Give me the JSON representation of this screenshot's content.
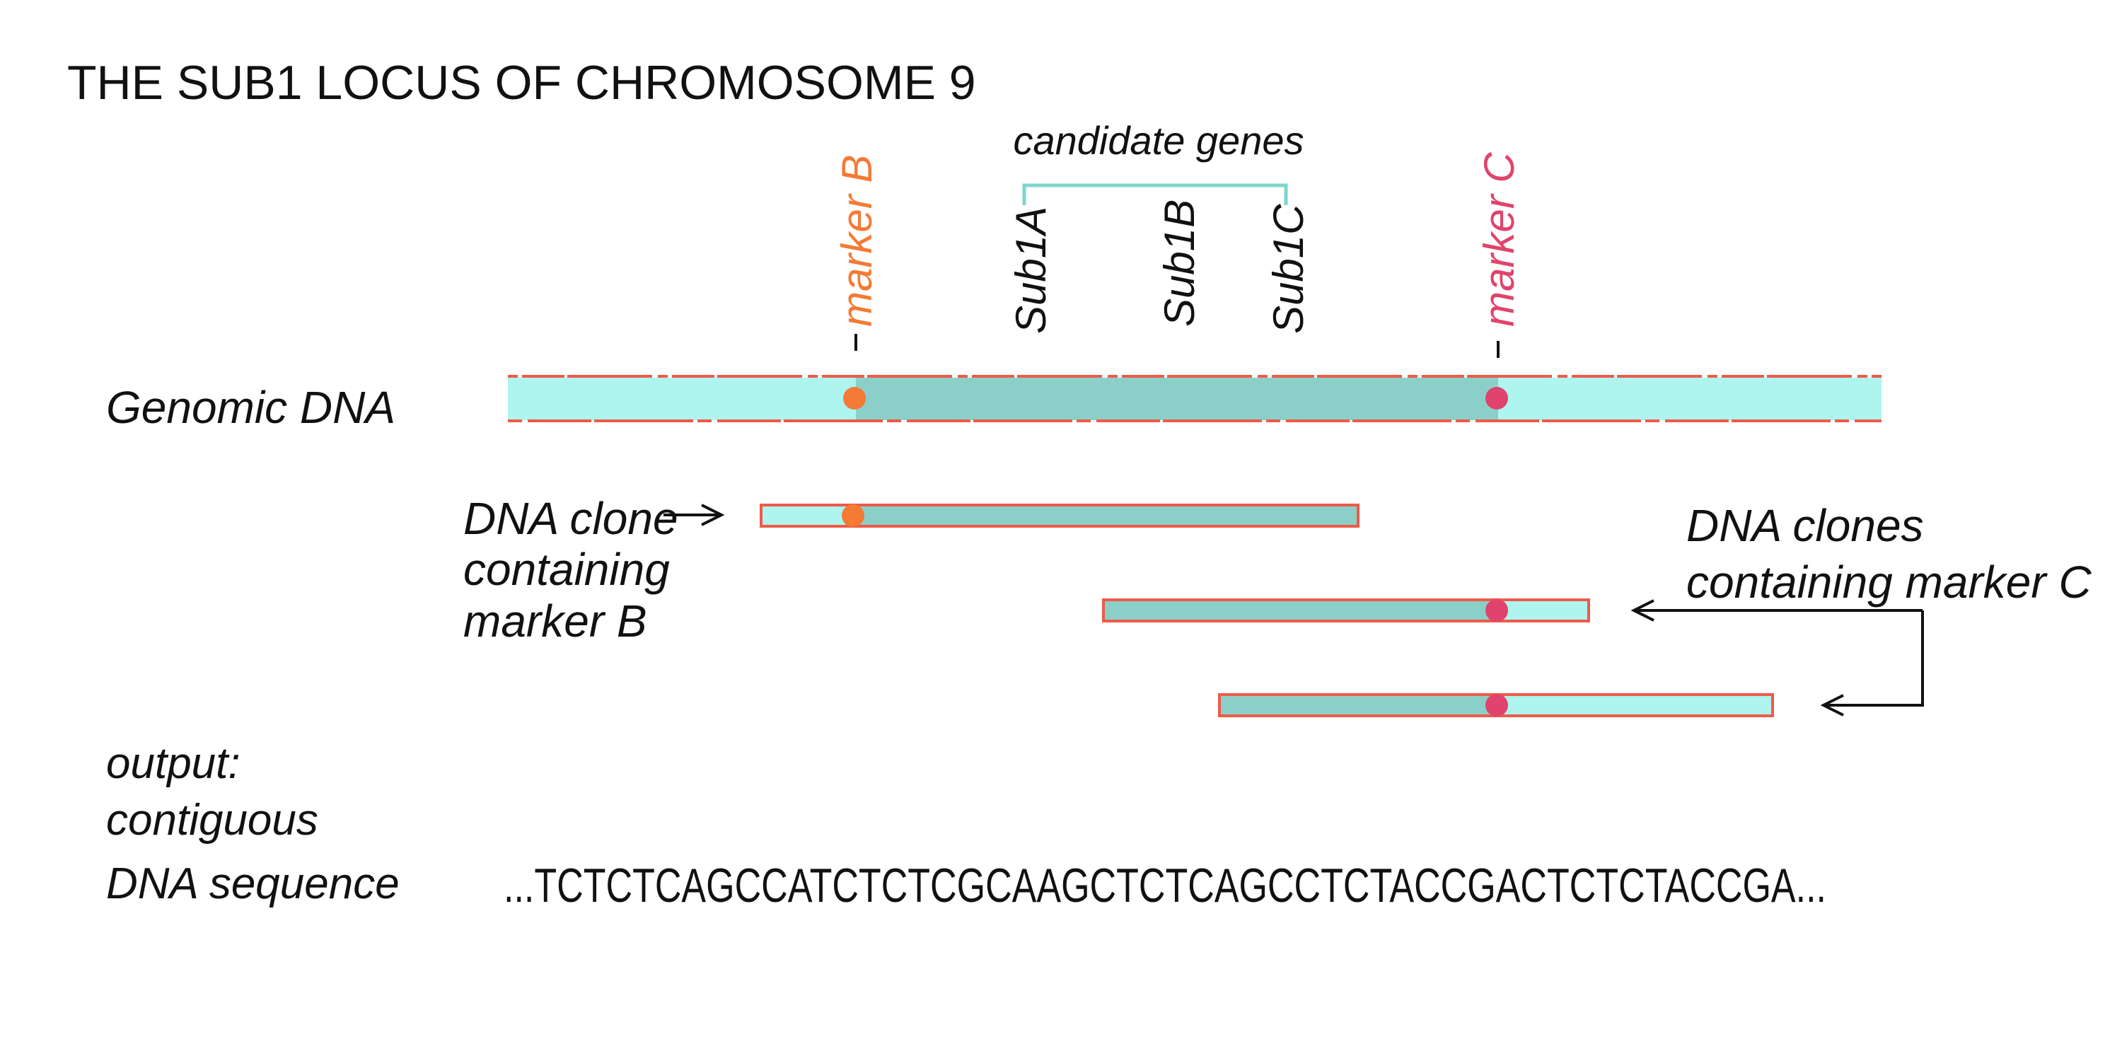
{
  "title": "THE SUB1 LOCUS OF CHROMOSOME 9",
  "candidate_label": "candidate genes",
  "genes": [
    "Sub1A",
    "Sub1B",
    "Sub1C"
  ],
  "markers": {
    "b": {
      "label": "marker B",
      "color": "#f47a35"
    },
    "c": {
      "label": "marker C",
      "color": "#e0436b"
    }
  },
  "row_labels": {
    "genomic": "Genomic DNA",
    "clone_b": [
      "DNA clone",
      "containing",
      "marker B"
    ],
    "clones_c": [
      "DNA clones",
      "containing marker C"
    ],
    "output": [
      "output:",
      "contiguous",
      "DNA sequence"
    ]
  },
  "sequence": "...TCTCTCAGCCATCTCTCGCAAGCTCTCAGCCTCTACCGACTCTCTACCGA...",
  "colors": {
    "light_fill": "#adf5ee",
    "dark_fill": "#8bd0c8",
    "outline": "#f05a48",
    "bracket": "#7fd6cc",
    "ink": "#111111"
  }
}
